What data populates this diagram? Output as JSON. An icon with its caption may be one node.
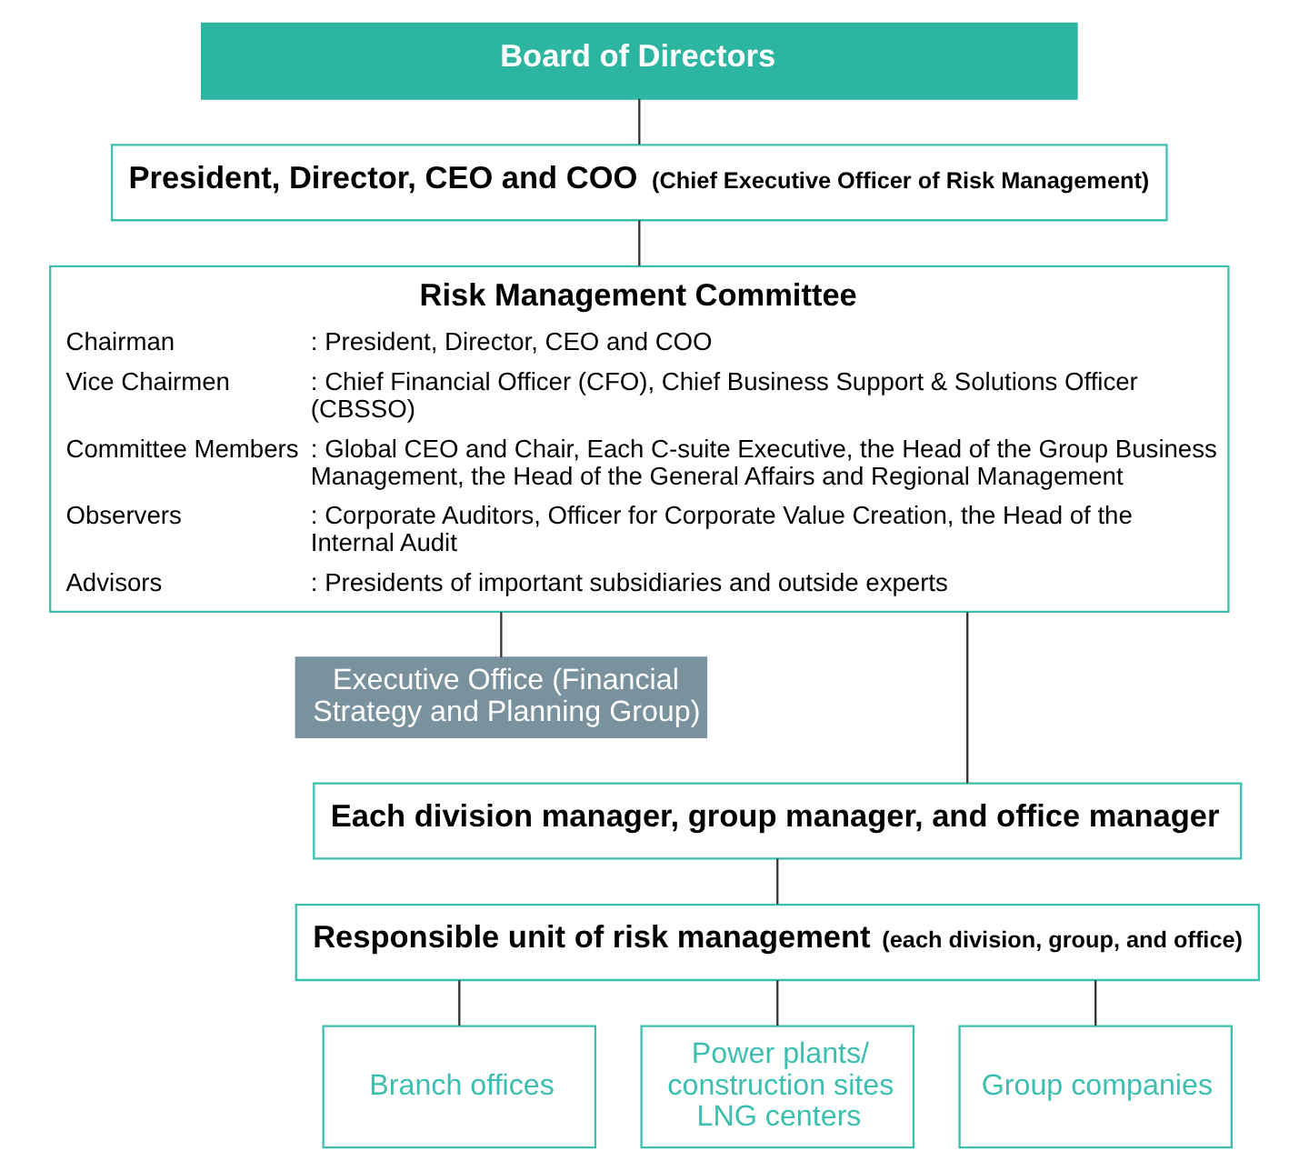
{
  "diagram": {
    "nodes": [
      {
        "text": [
          "Board of Directors"
        ]
      },
      {
        "text": [
          "President, Director, CEO and COO",
          "(Chief Executive Officer of Risk Management)"
        ]
      },
      {
        "text": [
          "Risk Management Committee",
          "Chairman",
          ": President, Director, CEO and COO",
          "Vice Chairmen",
          ": Chief Financial Officer (CFO), Chief Business Support & Solutions Officer (CBSSO)",
          "Committee Members",
          ": Global CEO and Chair, Each C-suite Executive, the Head of the Group Business Management, the Head of the General Affairs and Regional Management",
          "Observers",
          ": Corporate Auditors, Officer for Corporate Value Creation, the Head of the Internal Audit",
          "Advisors",
          ": Presidents of important subsidiaries and outside experts"
        ]
      },
      {
        "text": [
          "Executive Office (Financial Strategy and Planning Group)"
        ]
      },
      {
        "text": [
          "Each division manager, group manager, and office manager"
        ]
      },
      {
        "text": [
          "Responsible unit of risk management",
          "(each division, group, and office)"
        ]
      },
      {
        "text": [
          "Branch offices"
        ]
      },
      {
        "text": [
          "Power plants/ construction sites LNG centers"
        ]
      },
      {
        "text": [
          "Group companies"
        ]
      }
    ],
    "edges": [
      {
        "from": 0,
        "to": 1,
        "arrow": "none"
      },
      {
        "from": 1,
        "to": 2,
        "arrow": "none"
      },
      {
        "from": 2,
        "to": 3,
        "arrow": "none"
      },
      {
        "from": 2,
        "to": 4,
        "arrow": "none"
      },
      {
        "from": 4,
        "to": 5,
        "arrow": "none"
      },
      {
        "from": 5,
        "to": 6,
        "arrow": "none"
      },
      {
        "from": 5,
        "to": 7,
        "arrow": "none"
      },
      {
        "from": 5,
        "to": 8,
        "arrow": "none"
      }
    ]
  }
}
